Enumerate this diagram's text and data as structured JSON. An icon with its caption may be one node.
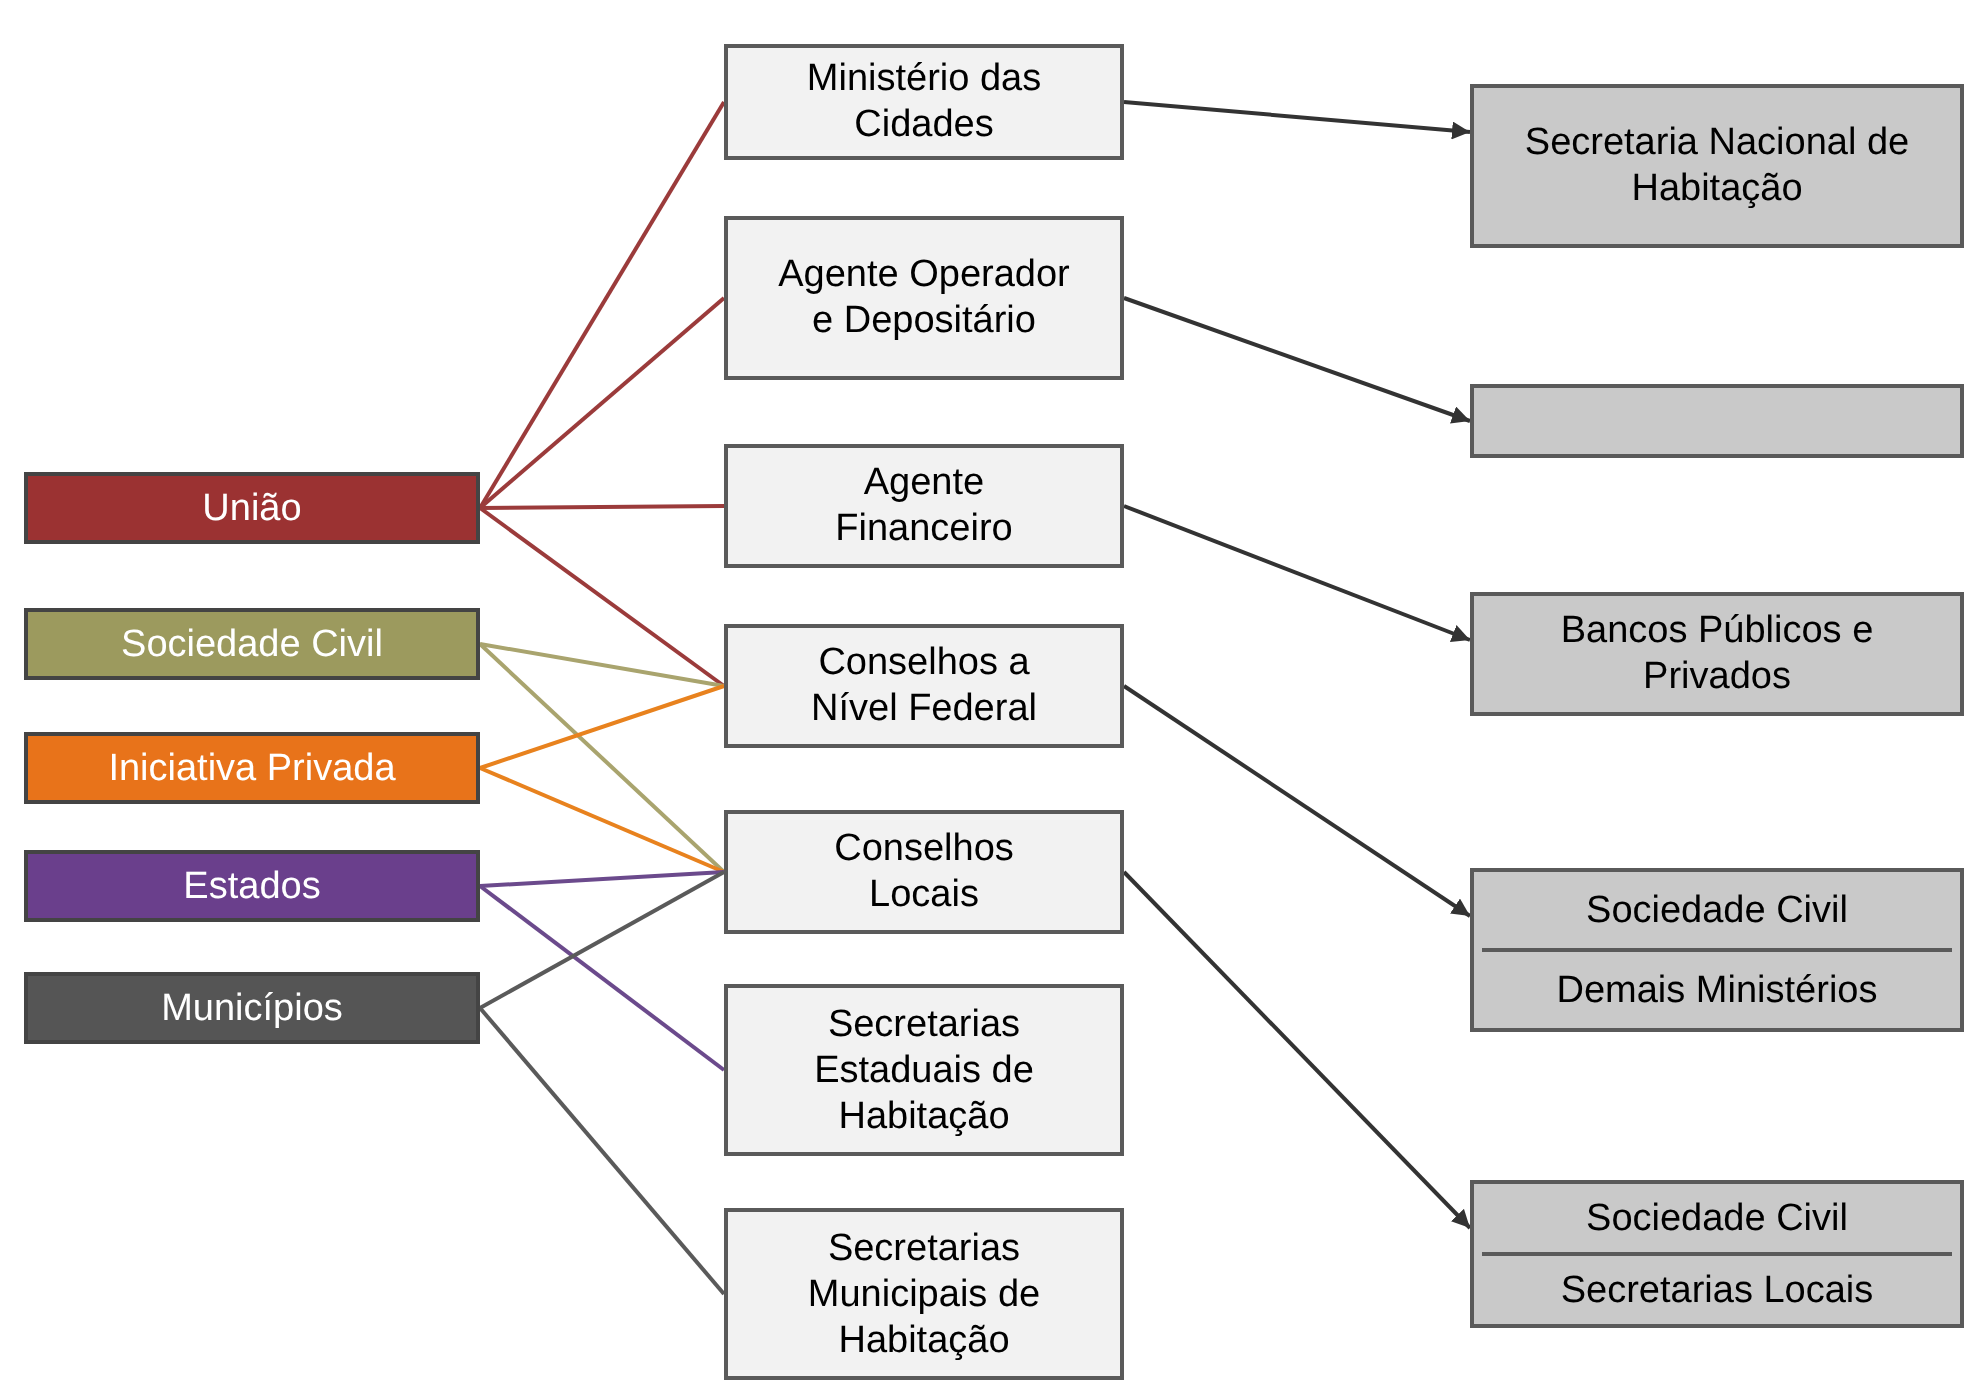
{
  "diagram": {
    "nodes": [
      {
        "text": [
          "União"
        ]
      },
      {
        "text": [
          "Sociedade Civil"
        ]
      },
      {
        "text": [
          "Iniciativa Privada"
        ]
      },
      {
        "text": [
          "Estados"
        ]
      },
      {
        "text": [
          "Municípios"
        ]
      },
      {
        "text": [
          "Ministério das Cidades"
        ]
      },
      {
        "text": [
          "Agente Operador e Depositário"
        ]
      },
      {
        "text": [
          "Agente Financeiro"
        ]
      },
      {
        "text": [
          "Conselhos a Nível Federal"
        ]
      },
      {
        "text": [
          "Conselhos Locais"
        ]
      },
      {
        "text": [
          "Secretarias Estaduais de Habitação"
        ]
      },
      {
        "text": [
          "Secretarias Municipais de Habitação"
        ]
      },
      {
        "text": [
          "Secretaria Nacional de Habitação"
        ]
      },
      {
        "text": [],
        "shape": "box"
      },
      {
        "text": [
          "Bancos Públicos e Privados"
        ]
      },
      {
        "text": [
          "Sociedade Civil",
          "Demais Ministérios"
        ]
      },
      {
        "text": [
          "Sociedade Civil",
          "Secretarias Locais"
        ]
      }
    ],
    "edges": [
      {
        "from": 0,
        "to": 5,
        "arrow": "none",
        "color": "#9b3b3b"
      },
      {
        "from": 0,
        "to": 6,
        "arrow": "none",
        "color": "#9b3b3b"
      },
      {
        "from": 0,
        "to": 7,
        "arrow": "none",
        "color": "#9b3b3b"
      },
      {
        "from": 0,
        "to": 8,
        "arrow": "none",
        "color": "#9b3b3b"
      },
      {
        "from": 1,
        "to": 8,
        "arrow": "none",
        "color": "#a9a46e"
      },
      {
        "from": 1,
        "to": 9,
        "arrow": "none",
        "color": "#a9a46e"
      },
      {
        "from": 2,
        "to": 8,
        "arrow": "none",
        "color": "#e8821e"
      },
      {
        "from": 2,
        "to": 9,
        "arrow": "none",
        "color": "#e8821e"
      },
      {
        "from": 3,
        "to": 9,
        "arrow": "none",
        "color": "#6b4a8c"
      },
      {
        "from": 3,
        "to": 10,
        "arrow": "none",
        "color": "#6b4a8c"
      },
      {
        "from": 4,
        "to": 9,
        "arrow": "none",
        "color": "#5a5a5a"
      },
      {
        "from": 4,
        "to": 11,
        "arrow": "none",
        "color": "#5a5a5a"
      },
      {
        "from": 5,
        "to": 12,
        "arrow": "to",
        "color": "#333333"
      },
      {
        "from": 6,
        "to": 13,
        "arrow": "to",
        "color": "#333333"
      },
      {
        "from": 7,
        "to": 14,
        "arrow": "to",
        "color": "#333333"
      },
      {
        "from": 8,
        "to": 15,
        "arrow": "to",
        "color": "#333333"
      },
      {
        "from": 9,
        "to": 16,
        "arrow": "to",
        "color": "#333333"
      }
    ]
  }
}
